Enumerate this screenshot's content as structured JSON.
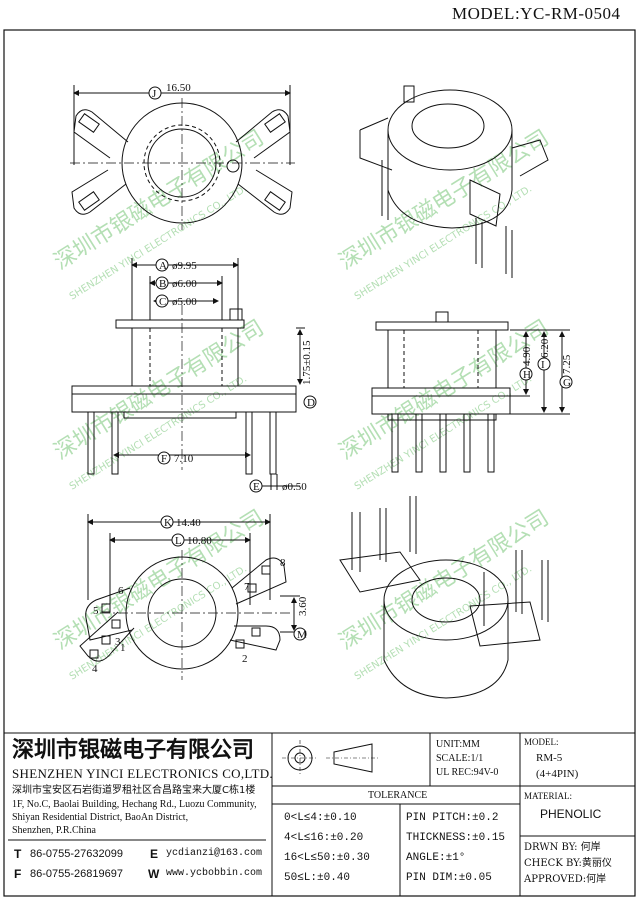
{
  "model_title": "MODEL:YC-RM-0504",
  "watermark": {
    "cn": "深圳市银磁电子有限公司",
    "en": "SHENZHEN YINCI ELECTRONICS CO., LTD."
  },
  "dimensions": {
    "top_width": "16.50",
    "dim_a": "ø9.95",
    "dim_b": "ø6.00",
    "dim_c": "ø5.00",
    "dim_d_text": "1.75±0.15",
    "dim_f": "7.10",
    "dim_e": "ø0.50",
    "dim_h": "4.90",
    "dim_i": "6.20",
    "dim_g": "7.25",
    "dim_k": "14.40",
    "dim_l": "10.80",
    "dim_m": "3.60"
  },
  "callouts": {
    "J": "J",
    "A": "A",
    "B": "B",
    "C": "C",
    "D": "D",
    "E": "E",
    "F": "F",
    "H": "H",
    "I": "I",
    "G": "G",
    "K": "K",
    "L": "L",
    "M": "M"
  },
  "pin_numbers": [
    "1",
    "2",
    "3",
    "4",
    "5",
    "6",
    "7",
    "8"
  ],
  "company": {
    "name_cn": "深圳市银磁电子有限公司",
    "name_en": "SHENZHEN YINCI ELECTRONICS CO,LTD.",
    "addr_cn": "深圳市宝安区石岩街道罗租社区合昌路宝来大厦C栋1楼",
    "addr_en_1": "1F, No.C, Baolai Building, Hechang Rd., Luozu Community,",
    "addr_en_2": "Shiyan Residential District, BaoAn District,",
    "addr_en_3": "Shenzhen, P.R.China"
  },
  "contacts": {
    "t_label": "T",
    "t_value": "86-0755-27632099",
    "f_label": "F",
    "f_value": "86-0755-26819697",
    "e_label": "E",
    "e_value": "ycdianzi@163.com",
    "w_label": "W",
    "w_value": "www.ycbobbin.com"
  },
  "units": {
    "unit": "UNIT:MM",
    "scale": "SCALE:1/1",
    "ul": "UL REC:94V-0"
  },
  "model_box": {
    "label": "MODEL:",
    "value": "RM-5",
    "pins": "(4+4PIN)"
  },
  "tolerance": {
    "title": "TOLERANCE",
    "rows": [
      {
        "left": "0<L≤4:±0.10",
        "right": "PIN PITCH:±0.2"
      },
      {
        "left": "4<L≤16:±0.20",
        "right": "THICKNESS:±0.15"
      },
      {
        "left": "16<L≤50:±0.30",
        "right": "ANGLE:±1°"
      },
      {
        "left": "50≤L:±0.40",
        "right": "PIN DIM:±0.05"
      }
    ]
  },
  "material": {
    "label": "MATERIAL:",
    "value": "PHENOLIC"
  },
  "signoff": {
    "drawn": "DRWN BY: 何岸",
    "check": "CHECK BY:黄丽仪",
    "approved": "APPROVED:何岸"
  }
}
